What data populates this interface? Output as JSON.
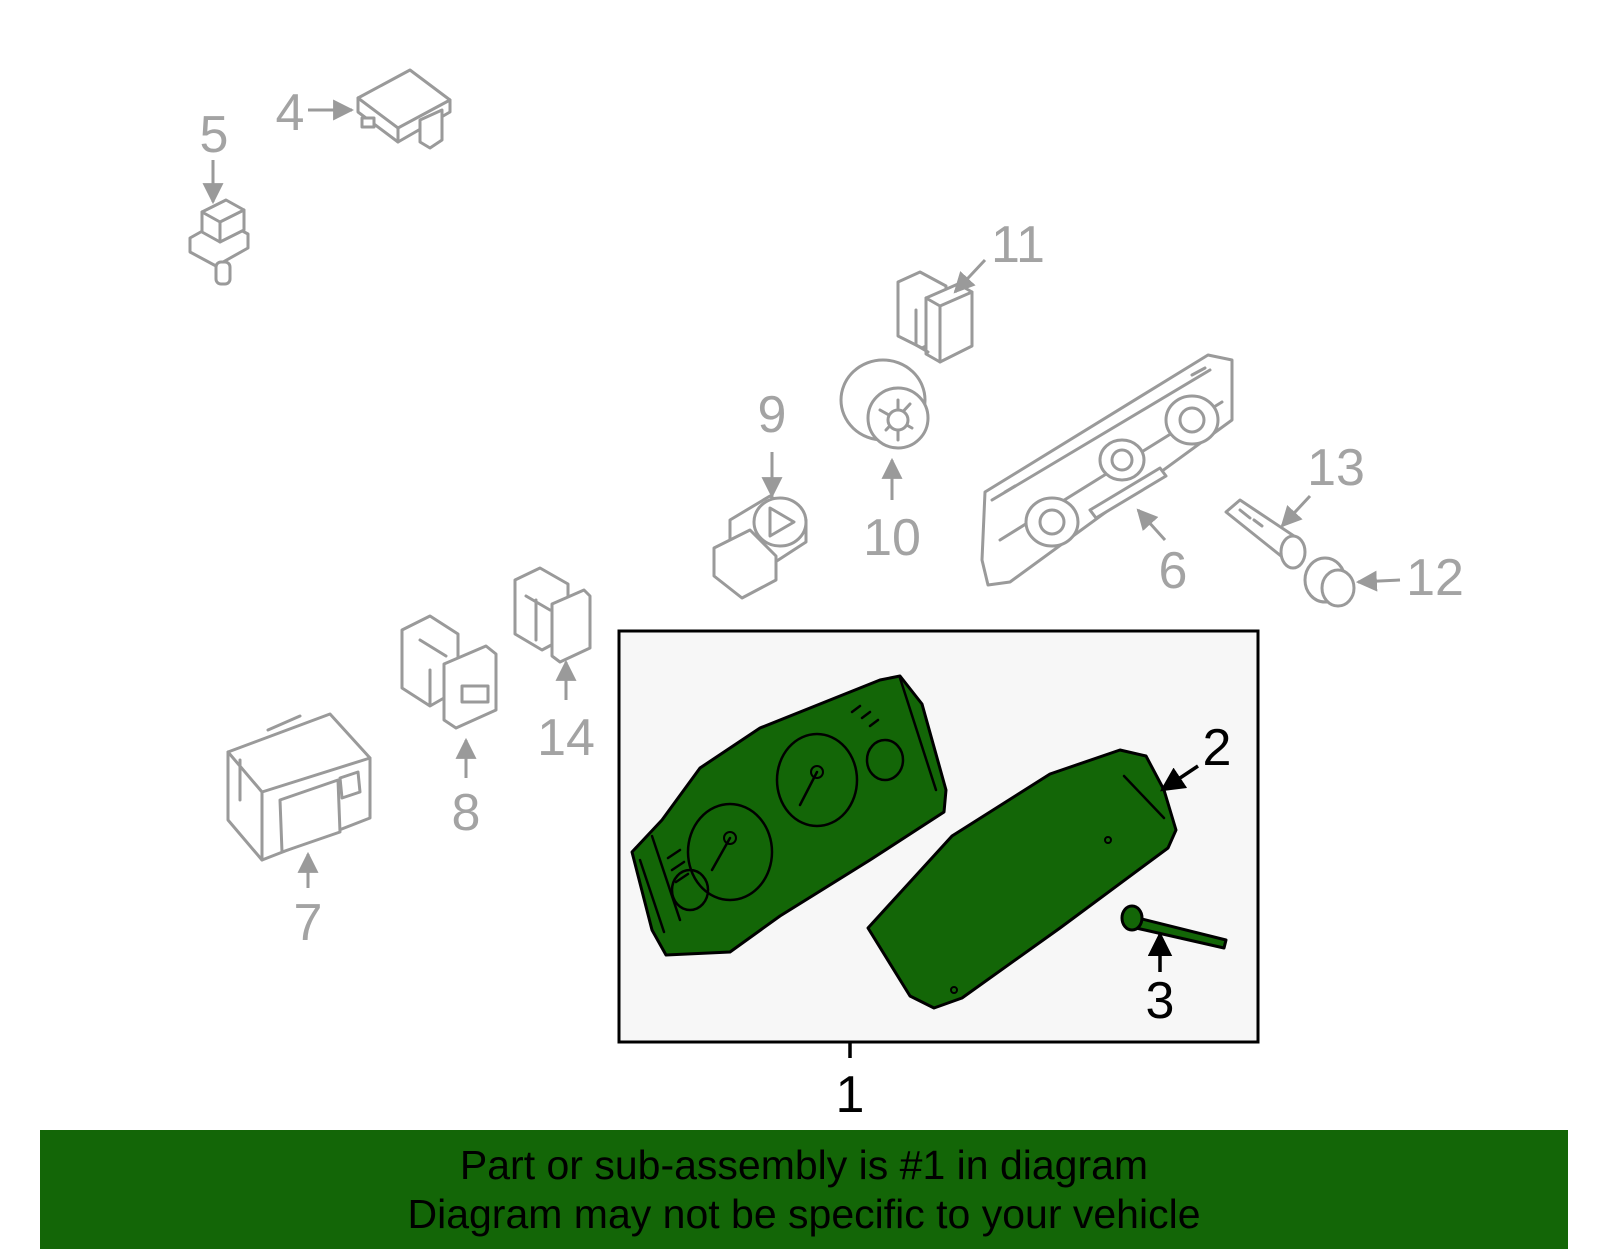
{
  "colors": {
    "highlight_fill": "#136607",
    "banner_fill": "#136607",
    "context_parts": "#9a9a9a",
    "box_background": "#f7f7f7"
  },
  "callouts": {
    "c1": "1",
    "c2": "2",
    "c3": "3",
    "c4": "4",
    "c5": "5",
    "c6": "6",
    "c7": "7",
    "c8": "8",
    "c9": "9",
    "c10": "10",
    "c11": "11",
    "c12": "12",
    "c13": "13",
    "c14": "14"
  },
  "banner": {
    "line1": "Part or sub-assembly is #1 in diagram",
    "line2": "Diagram may not be specific to your vehicle"
  }
}
